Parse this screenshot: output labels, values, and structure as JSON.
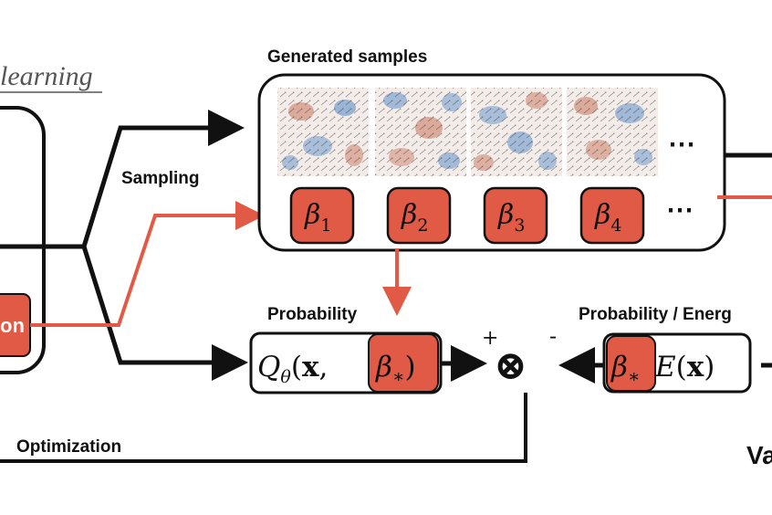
{
  "labels": {
    "learning": "learning",
    "generated_samples": "Generated samples",
    "sampling": "Sampling",
    "probability": "Probability",
    "probability_energy": "Probability / Energ",
    "optimization": "Optimization",
    "left_box_fragment": "on",
    "corner_fragment": "Va"
  },
  "samples": {
    "betas": [
      {
        "base": "β",
        "sub": "1"
      },
      {
        "base": "β",
        "sub": "2"
      },
      {
        "base": "β",
        "sub": "3"
      },
      {
        "base": "β",
        "sub": "4"
      }
    ],
    "ellipsis": "⋯"
  },
  "q_box": {
    "func": "Q",
    "func_sub": "θ",
    "open": "(",
    "x": "x",
    "comma": ",",
    "beta": "β",
    "beta_sub": "∗",
    "close": ")"
  },
  "e_box": {
    "beta": "β",
    "beta_sub": "∗",
    "energy": "E",
    "open": "(",
    "x": "x",
    "close": ")"
  },
  "combiner": {
    "symbol": "⊗",
    "plus": "+",
    "minus": "-"
  },
  "colors": {
    "accent_red": "#e05a45",
    "stroke": "#111111",
    "sample_red": "#c9745a",
    "sample_blue": "#5f8fc9"
  }
}
